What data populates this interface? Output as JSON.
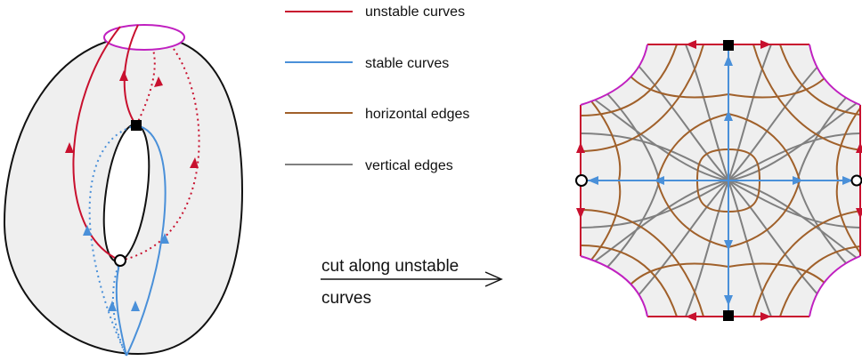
{
  "legend": {
    "unstable": "unstable curves",
    "stable": "stable curves",
    "horizontal": "horizontal edges",
    "vertical": "vertical edges"
  },
  "arrow_label": {
    "line1": "cut along unstable",
    "line2": "curves"
  },
  "colors": {
    "unstable": "#c8102e",
    "stable": "#4a90d9",
    "horizontal": "#a0602a",
    "vertical": "#808080",
    "boundary": "#c020c0",
    "surface_fill": "#efefef"
  }
}
